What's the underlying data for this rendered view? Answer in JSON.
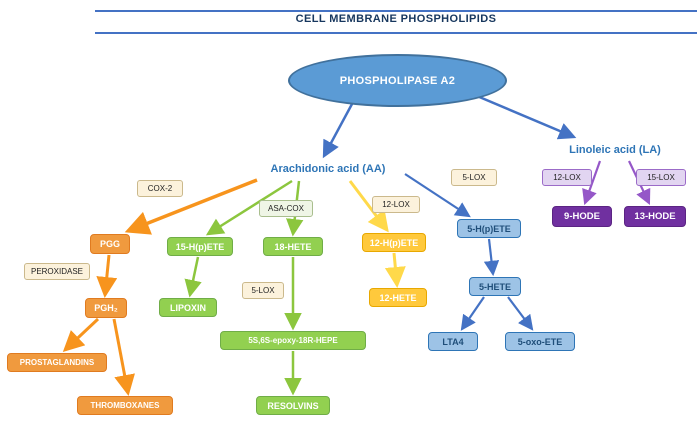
{
  "title": "CELL MEMBRANE PHOSPHOLIPIDS",
  "root_node": {
    "label": "PHOSPHOLIPASE A2"
  },
  "pathways": {
    "aa_label": "Arachidonic acid (AA)",
    "la_label": "Linoleic acid (LA)"
  },
  "enzyme_labels": {
    "cox2": "COX-2",
    "peroxidase": "PEROXIDASE",
    "asa_cox": "ASA-COX",
    "lox5_a": "5-LOX",
    "lox5_b": "5-LOX",
    "lox12_aa": "12-LOX",
    "lox12_la": "12-LOX",
    "lox15_la": "15-LOX"
  },
  "nodes": {
    "cox_pathway": {
      "pgg": "PGG",
      "pgh2": "PGH₂",
      "prostaglandins": "PROSTAGLANDINS",
      "thromboxanes": "THROMBOXANES"
    },
    "asa_pathway": {
      "hpete15": "15-H(p)ETE",
      "hete18": "18-HETE",
      "lipoxin": "LIPOXIN",
      "epoxy_hepe": "5S,6S-epoxy-18R-HEPE",
      "resolvins": "RESOLVINS"
    },
    "lox12_pathway": {
      "hpete12": "12-H(p)ETE",
      "hete12": "12-HETE"
    },
    "lox5_pathway": {
      "hpete5": "5-H(p)ETE",
      "hete5": "5-HETE",
      "lta4": "LTA4",
      "oxo_ete5": "5-oxo-ETE"
    },
    "la_pathway": {
      "hode9": "9-HODE",
      "hode13": "13-HODE"
    }
  },
  "colors": {
    "title_text": "#17375E",
    "rule_blue": "#4472C4",
    "ellipse_fill": "#5B9BD5",
    "ellipse_border": "#41719C",
    "branch_label_blue": "#2E75B6",
    "orange_fill": "#F09A3E",
    "green_fill": "#92D050",
    "yellow_fill": "#FFC93C",
    "lightblue_fill": "#9DC3E6",
    "purple_fill": "#7030A0",
    "cream_fill": "#FCF2DC",
    "lavender_fill": "#E2D5F1",
    "arrow_orange": "#F7941D",
    "arrow_green": "#8CC63E",
    "arrow_yellow": "#FFD94A",
    "arrow_blue": "#4472C4",
    "arrow_purple": "#9557C8"
  }
}
